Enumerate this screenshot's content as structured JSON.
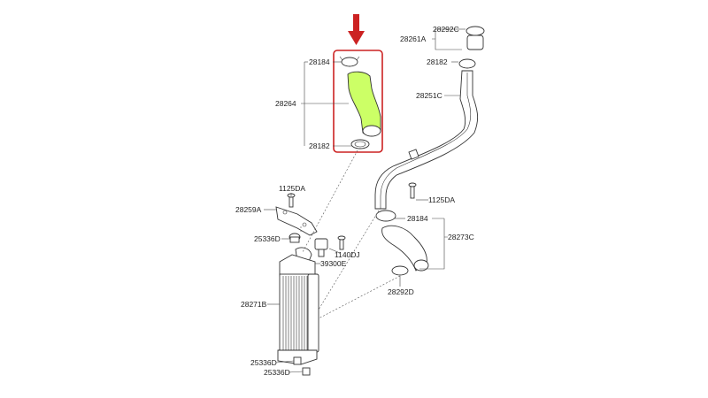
{
  "diagram": {
    "highlight_color": "#cc2222",
    "highlight_fill": "#ccff66",
    "labels": {
      "p28292C": "28292C",
      "p28261A": "28261A",
      "p28182_top": "28182",
      "p28251C": "28251C",
      "p28184_top": "28184",
      "p28264": "28264",
      "p28182_mid": "28182",
      "p1125DA_left": "1125DA",
      "p1125DA_right": "1125DA",
      "p28259A": "28259A",
      "p28184_mid": "28184",
      "p28273C": "28273C",
      "p25336D_top": "25336D",
      "p1140DJ": "1140DJ",
      "p39300E": "39300E",
      "p28292D": "28292D",
      "p28271B": "28271B",
      "p25336D_bot1": "25336D",
      "p25336D_bot2": "25336D"
    }
  }
}
